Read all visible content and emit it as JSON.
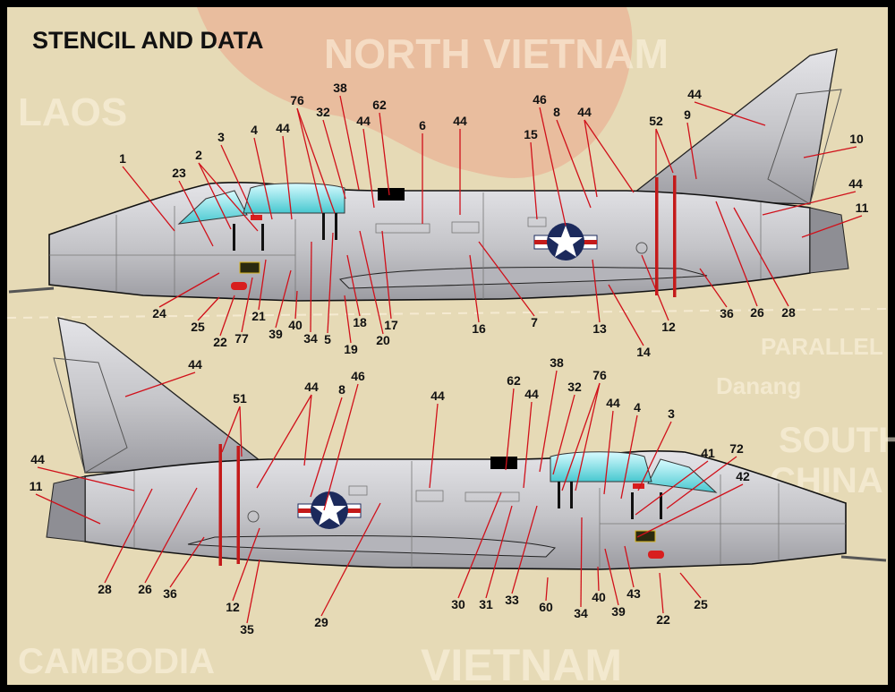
{
  "title": "STENCIL AND DATA",
  "map_labels": [
    "NORTH",
    "VIETNAM",
    "LAOS",
    "PARALLEL",
    "Danang",
    "SOUTH",
    "CHINA",
    "CAMBODIA",
    "VIETNAM"
  ],
  "colors": {
    "leader_line": "#d0101a",
    "fuselage": "#c8c8cc",
    "map": "#e6dab6",
    "map_north": "#e9b79a",
    "roundel_blue": "#1c2a5c",
    "stripe_red": "#c41a1a"
  },
  "top_view": {
    "callouts": [
      "1",
      "23",
      "2",
      "3",
      "4",
      "44",
      "76",
      "32",
      "38",
      "44",
      "62",
      "6",
      "44",
      "46",
      "15",
      "8",
      "44",
      "52",
      "9",
      "44",
      "10",
      "44",
      "11",
      "28",
      "26",
      "36",
      "12",
      "14",
      "13",
      "7",
      "16",
      "17",
      "20",
      "18",
      "19",
      "5",
      "34",
      "39",
      "40",
      "21",
      "77",
      "22",
      "25",
      "24"
    ]
  },
  "bottom_view": {
    "callouts": [
      "44",
      "51",
      "44",
      "8",
      "46",
      "44",
      "62",
      "44",
      "38",
      "32",
      "76",
      "44",
      "4",
      "3",
      "41",
      "72",
      "42",
      "11",
      "44",
      "28",
      "26",
      "36",
      "12",
      "35",
      "29",
      "30",
      "31",
      "33",
      "60",
      "34",
      "40",
      "39",
      "43",
      "22",
      "25"
    ]
  }
}
